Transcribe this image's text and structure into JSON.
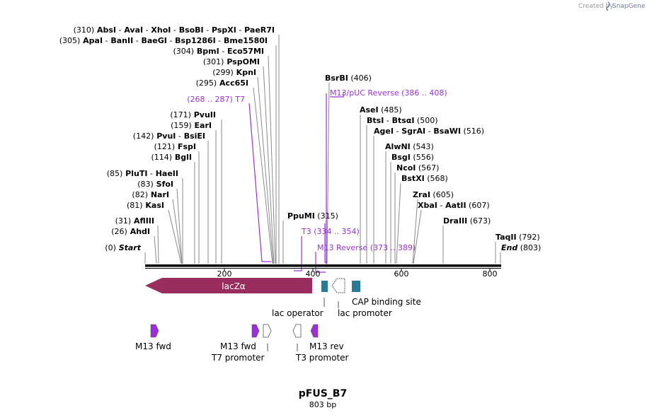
{
  "credit": {
    "prefix": "Created by",
    "brand": "SnapGene"
  },
  "map": {
    "name": "pFUS_B7",
    "length_label": "803 bp",
    "ticks": [
      "200",
      "400",
      "600",
      "800"
    ]
  },
  "sites": [
    {
      "id": "absi",
      "parts": [
        {
          "t": "(310)"
        },
        {
          "t": "AbsI",
          "b": true
        },
        {
          "t": "-"
        },
        {
          "t": "AvaI",
          "b": true
        },
        {
          "t": "-"
        },
        {
          "t": "XhoI",
          "b": true
        },
        {
          "t": "-"
        },
        {
          "t": "BsoBI",
          "b": true
        },
        {
          "t": "-"
        },
        {
          "t": "PspXI",
          "b": true
        },
        {
          "t": "-"
        },
        {
          "t": "PaeR7I",
          "b": true
        }
      ]
    },
    {
      "id": "apai",
      "parts": [
        {
          "t": "(305)"
        },
        {
          "t": "ApaI",
          "b": true
        },
        {
          "t": "-"
        },
        {
          "t": "BanII",
          "b": true
        },
        {
          "t": "-"
        },
        {
          "t": "BaeGI",
          "b": true
        },
        {
          "t": "-"
        },
        {
          "t": "Bsp1286I",
          "b": true
        },
        {
          "t": "-"
        },
        {
          "t": "Bme1580I",
          "b": true
        }
      ]
    },
    {
      "id": "bpmi",
      "parts": [
        {
          "t": "(304)"
        },
        {
          "t": "BpmI",
          "b": true
        },
        {
          "t": "-"
        },
        {
          "t": "Eco57MI",
          "b": true
        }
      ]
    },
    {
      "id": "pspomi",
      "parts": [
        {
          "t": "(301)"
        },
        {
          "t": "PspOMI",
          "b": true
        }
      ]
    },
    {
      "id": "kpni",
      "parts": [
        {
          "t": "(299)"
        },
        {
          "t": "KpnI",
          "b": true
        }
      ]
    },
    {
      "id": "acc65i",
      "parts": [
        {
          "t": "(295)"
        },
        {
          "t": "Acc65I",
          "b": true
        }
      ]
    },
    {
      "id": "t7site",
      "parts": [
        {
          "t": "(268 .. 287)",
          "p": true
        },
        {
          "t": "T7",
          "p": true
        }
      ]
    },
    {
      "id": "pvuii",
      "parts": [
        {
          "t": "(171)"
        },
        {
          "t": "PvuII",
          "b": true
        }
      ]
    },
    {
      "id": "eari",
      "parts": [
        {
          "t": "(159)"
        },
        {
          "t": "EarI",
          "b": true
        }
      ]
    },
    {
      "id": "pvui",
      "parts": [
        {
          "t": "(142)"
        },
        {
          "t": "PvuI",
          "b": true
        },
        {
          "t": "-"
        },
        {
          "t": "BsiEI",
          "b": true
        }
      ]
    },
    {
      "id": "fspi",
      "parts": [
        {
          "t": "(121)"
        },
        {
          "t": "FspI",
          "b": true
        }
      ]
    },
    {
      "id": "bgli",
      "parts": [
        {
          "t": "(114)"
        },
        {
          "t": "BglI",
          "b": true
        }
      ]
    },
    {
      "id": "pluti",
      "parts": [
        {
          "t": "(85)"
        },
        {
          "t": "PluTI",
          "b": true
        },
        {
          "t": "-"
        },
        {
          "t": "HaeII",
          "b": true
        }
      ]
    },
    {
      "id": "sfoi",
      "parts": [
        {
          "t": "(83)"
        },
        {
          "t": "SfoI",
          "b": true
        }
      ]
    },
    {
      "id": "nari",
      "parts": [
        {
          "t": "(82)"
        },
        {
          "t": "NarI",
          "b": true
        }
      ]
    },
    {
      "id": "kasi",
      "parts": [
        {
          "t": "(81)"
        },
        {
          "t": "KasI",
          "b": true
        }
      ]
    },
    {
      "id": "aflii",
      "parts": [
        {
          "t": "(31)"
        },
        {
          "t": "AflIII",
          "b": true
        }
      ]
    },
    {
      "id": "ahdi",
      "parts": [
        {
          "t": "(26)"
        },
        {
          "t": "AhdI",
          "b": true
        }
      ]
    },
    {
      "id": "start",
      "parts": [
        {
          "t": "(0)"
        },
        {
          "t": "Start",
          "b": true,
          "i": true
        }
      ]
    },
    {
      "id": "bsrbi",
      "parts": [
        {
          "t": "BsrBI",
          "b": true
        },
        {
          "t": "(406)"
        }
      ]
    },
    {
      "id": "m13puc",
      "parts": [
        {
          "t": "M13/pUC Reverse",
          "p": true
        },
        {
          "t": "(386 .. 408)",
          "p": true
        }
      ]
    },
    {
      "id": "asei",
      "parts": [
        {
          "t": "AseI",
          "b": true
        },
        {
          "t": "(485)"
        }
      ]
    },
    {
      "id": "btsi",
      "parts": [
        {
          "t": "BtsI",
          "b": true
        },
        {
          "t": "-"
        },
        {
          "t": "BtsαI",
          "b": true
        },
        {
          "t": "(500)"
        }
      ]
    },
    {
      "id": "agei",
      "parts": [
        {
          "t": "AgeI",
          "b": true
        },
        {
          "t": "-"
        },
        {
          "t": "SgrAI",
          "b": true
        },
        {
          "t": "-"
        },
        {
          "t": "BsaWI",
          "b": true
        },
        {
          "t": "(516)"
        }
      ]
    },
    {
      "id": "alwni",
      "parts": [
        {
          "t": "AlwNI",
          "b": true
        },
        {
          "t": "(543)"
        }
      ]
    },
    {
      "id": "bsgi",
      "parts": [
        {
          "t": "BsgI",
          "b": true
        },
        {
          "t": "(556)"
        }
      ]
    },
    {
      "id": "ncoi",
      "parts": [
        {
          "t": "NcoI",
          "b": true
        },
        {
          "t": "(567)"
        }
      ]
    },
    {
      "id": "bstxi",
      "parts": [
        {
          "t": "BstXI",
          "b": true
        },
        {
          "t": "(568)"
        }
      ]
    },
    {
      "id": "zrai",
      "parts": [
        {
          "t": "ZraI",
          "b": true
        },
        {
          "t": "(605)"
        }
      ]
    },
    {
      "id": "xbai",
      "parts": [
        {
          "t": "XbaI",
          "b": true
        },
        {
          "t": "-"
        },
        {
          "t": "AatII",
          "b": true
        },
        {
          "t": "(607)"
        }
      ]
    },
    {
      "id": "draiii",
      "parts": [
        {
          "t": "DraIII",
          "b": true
        },
        {
          "t": "(673)"
        }
      ]
    },
    {
      "id": "ppumi",
      "parts": [
        {
          "t": "PpuMI",
          "b": true
        },
        {
          "t": "(315)"
        }
      ]
    },
    {
      "id": "t3site",
      "parts": [
        {
          "t": "T3",
          "p": true
        },
        {
          "t": "(334 .. 354)",
          "p": true
        }
      ]
    },
    {
      "id": "m13rev",
      "parts": [
        {
          "t": "M13 Reverse",
          "p": true
        },
        {
          "t": "(373 .. 389)",
          "p": true
        }
      ]
    },
    {
      "id": "taqii",
      "parts": [
        {
          "t": "TaqII",
          "b": true
        },
        {
          "t": "(792)"
        }
      ]
    },
    {
      "id": "end",
      "parts": [
        {
          "t": "End",
          "b": true,
          "i": true
        },
        {
          "t": "(803)"
        }
      ]
    }
  ],
  "features": {
    "lacz": "lacZα",
    "lac_operator": "lac operator",
    "lac_promoter": "lac promoter",
    "cap_site": "CAP binding site"
  },
  "primers": {
    "m13_fwd_1": "M13 fwd",
    "m13_fwd_2": "M13 fwd",
    "t7_promoter": "T7 promoter",
    "m13_rev": "M13 rev",
    "t3_promoter": "T3 promoter"
  },
  "colors": {
    "backbone": "#000000",
    "lacz": "#992d5e",
    "cap": "#2b7a93",
    "primer": "#9b30d9",
    "primer_site": "#9b30d9",
    "site_line": "#8a8a8a"
  }
}
